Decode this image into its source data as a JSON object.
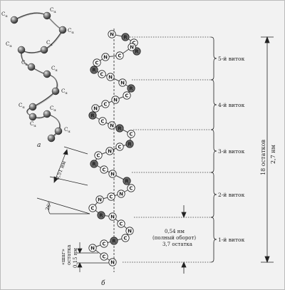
{
  "panel_a": {
    "label": "а",
    "atom_label": "C",
    "atom_sub": "α"
  },
  "panel_b": {
    "label": "б",
    "atoms": {
      "n": "N",
      "c": "C",
      "r": "R"
    },
    "turns": [
      "5-й виток",
      "4-й виток",
      "3-й виток",
      "2-й виток",
      "1-й виток"
    ],
    "pitch": "0,54 нм",
    "pitch_note": "(полный оборот)",
    "residues_per_turn": "3,7 остатка",
    "residues_total": "18 остатков",
    "length_total": "2,7 нм",
    "distance": "0,51 нм",
    "angle": "26°",
    "rise": "0,15 нм",
    "rise_note_1": "«шаг»",
    "rise_note_2": "остатка"
  },
  "colors": {
    "background": "#f2f2f2",
    "atom_dark": "#5a5a5a",
    "atom_light": "#ffffff",
    "line": "#222222"
  }
}
